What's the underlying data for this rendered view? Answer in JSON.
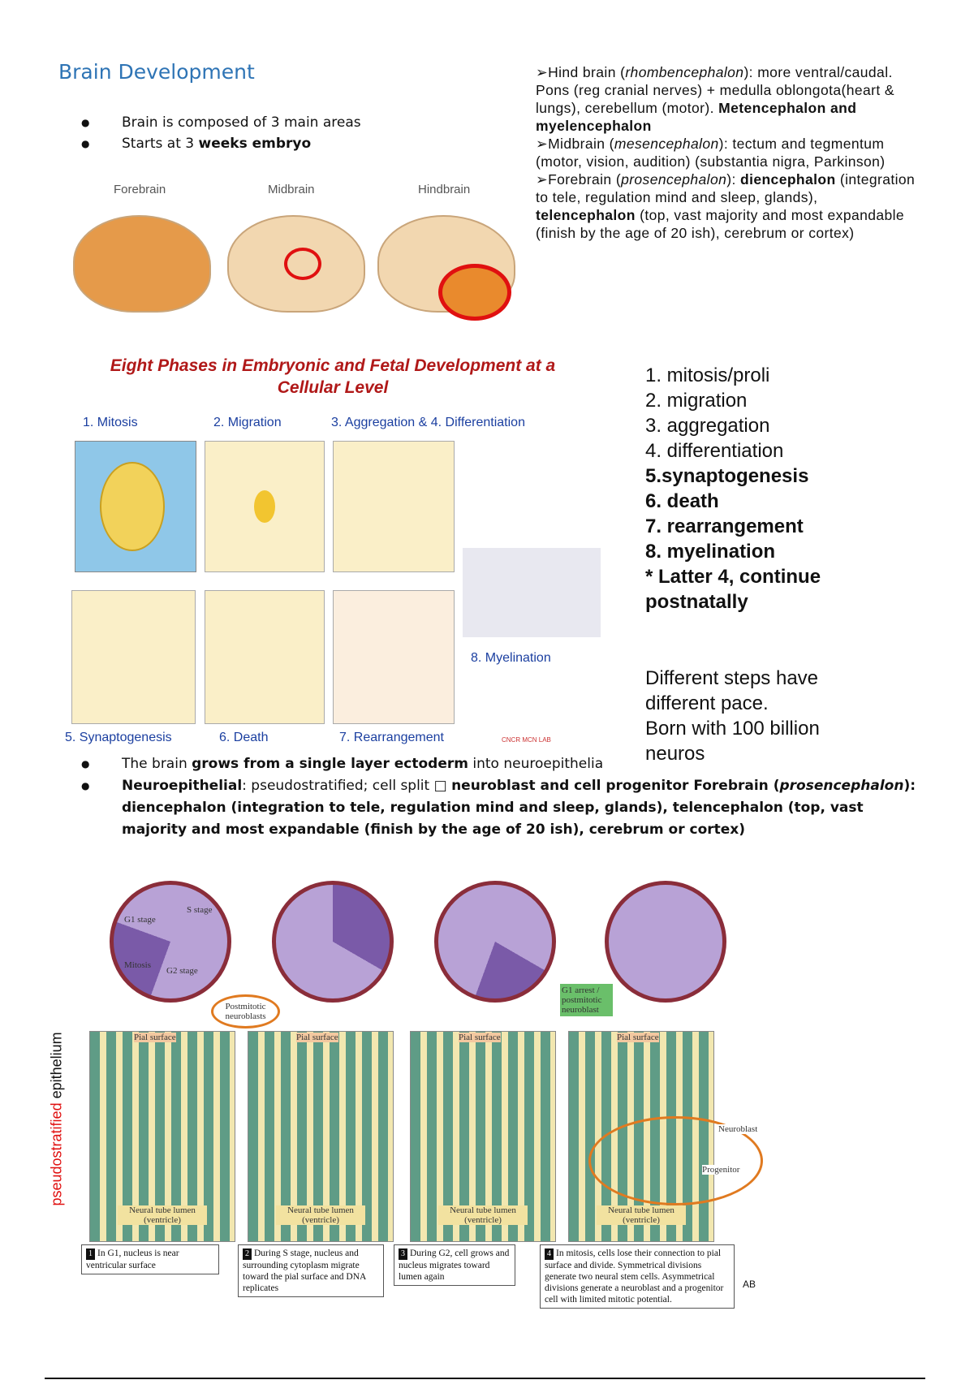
{
  "title": "Brain Development",
  "bullets_top": [
    "Brain is composed of 3 main areas",
    "Starts at 3 ",
    "weeks embryo"
  ],
  "brain_labels": [
    "Forebrain",
    "Midbrain",
    "Hindbrain"
  ],
  "right_text": {
    "hind": [
      "➢Hind brain (",
      "rhombencephalon",
      "): more ventral/caudal. Pons (reg cranial nerves) + medulla oblongota(heart & lungs), cerebellum (motor). ",
      "Metencephalon and myelencephalon"
    ],
    "mid": [
      "➢Midbrain (",
      "mesencephalon",
      "): tectum and tegmentum (motor, vision, audition) (substantia nigra, Parkinson)"
    ],
    "fore": [
      "➢Forebrain (",
      "prosencephalon",
      "): ",
      "diencephalon",
      " (integration to tele, regulation mind and sleep, glands), ",
      "telencephalon",
      " (top, vast majority and most expandable (finish by the age of 20 ish), cerebrum or cortex)"
    ]
  },
  "phases_figure": {
    "title": "Eight Phases in Embryonic and Fetal Development at a Cellular Level",
    "labels": [
      "1. Mitosis",
      "2. Migration",
      "3. Aggregation & 4. Differentiation",
      "5. Synaptogenesis",
      "6. Death",
      "7. Rearrangement",
      "8. Myelination"
    ],
    "logo": "CNCR MCN LAB"
  },
  "phase_list": [
    "1. mitosis/proli",
    "2. migration",
    "3. aggregation",
    "4. differentiation",
    "5.synaptogenesis",
    "6. death",
    "7. rearrangement",
    "8. myelination",
    "* Latter 4, continue postnatally"
  ],
  "pace_text": [
    "Different  steps have",
    "different pace.",
    "Born with 100 billion",
    "neuros"
  ],
  "bullets_mid": {
    "b1": [
      "The brain ",
      "grows from a single layer ectoderm",
      " into neuroepithelia"
    ],
    "b2": [
      "Neuroepithelial",
      ": pseudostratified; cell split □ ",
      "neuroblast and cell progenitor Forebrain (",
      "prosencephalon",
      "):",
      "diencephalon (integration to tele, regulation mind and sleep, glands), telencephalon (top, vast majority and most expandable (finish by the age of 20 ish), cerebrum or cortex)"
    ]
  },
  "cycle_figure": {
    "side_label_red": "pseudostratified",
    "side_label": " epithelium",
    "pie_labels": [
      "G1 stage",
      "S stage",
      "G2 stage",
      "Mitosis"
    ],
    "postmitotic": "Postmitotic neuroblasts",
    "arrest": "G1 arrest / postmitotic neuroblast",
    "pial": "Pial surface",
    "lumen": "Neural tube lumen (ventricle)",
    "neuroblast": "Neuroblast",
    "progenitor": "Progenitor",
    "captions": [
      "In G1, nucleus is near ventricular surface",
      "During S stage, nucleus and surrounding cytoplasm migrate toward the pial surface and DNA replicates",
      "During G2, cell grows and nucleus migrates toward lumen again",
      "In mitosis, cells lose their connection to pial surface and divide. Symmetrical divisions generate two neural stem cells. Asymmetrical divisions generate a neuroblast and a progenitor cell with limited mitotic potential."
    ],
    "credit": "AB"
  }
}
